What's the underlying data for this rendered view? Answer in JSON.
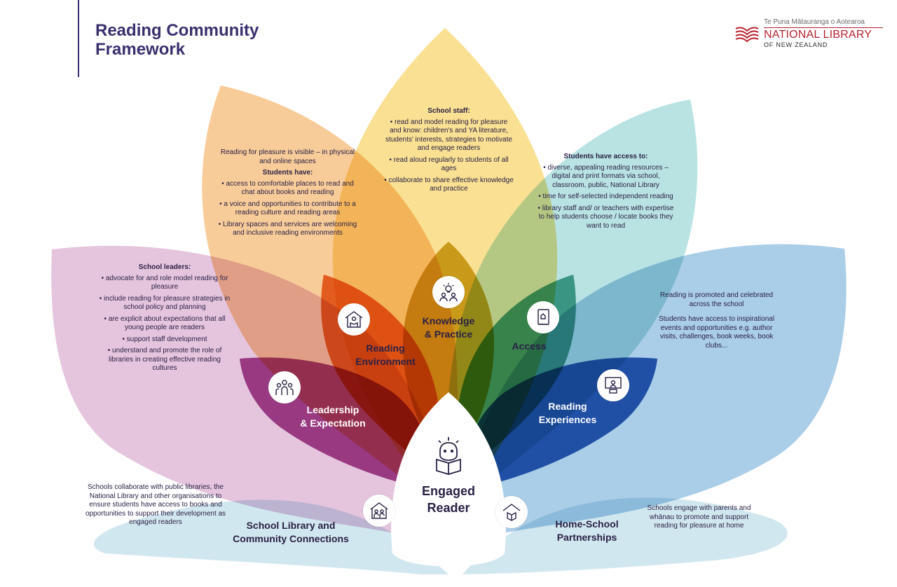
{
  "title": "Reading Community Framework",
  "logo": {
    "maori_name": "Te Puna Mātauranga o Aotearoa",
    "name": "NATIONAL LIBRARY",
    "subname": "OF NEW ZEALAND",
    "color": "#b8212f"
  },
  "colors": {
    "knowledge": "#f7d670",
    "environment": "#f4b36a",
    "access": "#9fd8d8",
    "leadership": "#d7a1c8",
    "experiences": "#7fb0d8",
    "community": "#b9dbe6",
    "home": "#b9dbe6",
    "title": "#3a2f6e"
  },
  "petals": {
    "knowledge": {
      "label_line1": "Knowledge",
      "label_line2": "& Practice",
      "icon": "ideas-people-icon",
      "heading": "School staff:",
      "bullets": [
        "• read and model reading for pleasure and know: children's and YA literature, students' interests, strategies to motivate and engage readers",
        "• read aloud regularly to students of all ages",
        "• collaborate to share effective knowledge and practice"
      ]
    },
    "environment": {
      "label_line1": "Reading",
      "label_line2": "Environment",
      "icon": "house-reader-icon",
      "intro": "Reading for pleasure is visible – in physical and online spaces",
      "heading": "Students have:",
      "bullets": [
        "• access to comfortable places to read and chat about books and reading",
        "• a voice and opportunities to contribute to a reading culture and reading areas",
        "• Library spaces and services are welcoming and inclusive reading environments"
      ]
    },
    "access": {
      "label": "Access",
      "icon": "book-icon",
      "heading": "Students have access to:",
      "bullets": [
        "• diverse, appealing reading resources – digital and print formats via school, classroom, public, National Library",
        "• time for self-selected independent reading",
        "• library staff and/ or teachers with expertise to help students choose / locate books they want to read"
      ]
    },
    "leadership": {
      "label_line1": "Leadership",
      "label_line2": "& Expectation",
      "icon": "group-icon",
      "heading": "School leaders:",
      "bullets": [
        "• advocate for and role model reading for pleasure",
        "• include reading for pleasure strategies in school policy and planning",
        "• are explicit about expectations that all young people are readers",
        "• support staff development",
        "• understand and promote the role of libraries in creating effective reading cultures"
      ]
    },
    "experiences": {
      "label_line1": "Reading",
      "label_line2": "Experiences",
      "icon": "presenter-icon",
      "paragraphs": [
        "Reading is promoted and celebrated across the school",
        "Students have access to inspirational events and opportunities e.g. author visits, challenges, book weeks, book clubs..."
      ]
    },
    "community": {
      "label_line1": "School Library and",
      "label_line2": "Community Connections",
      "icon": "community-house-icon",
      "text": "Schools collaborate with public libraries, the National Library and other organisations to ensure students have access to books and opportunities to support their development as engaged readers"
    },
    "home": {
      "label_line1": "Home-School",
      "label_line2": "Partnerships",
      "icon": "home-book-icon",
      "text": "Schools engage with parents and whānau to promote and support reading for pleasure at home"
    },
    "center": {
      "label_line1": "Engaged",
      "label_line2": "Reader",
      "icon": "engaged-reader-icon"
    }
  }
}
